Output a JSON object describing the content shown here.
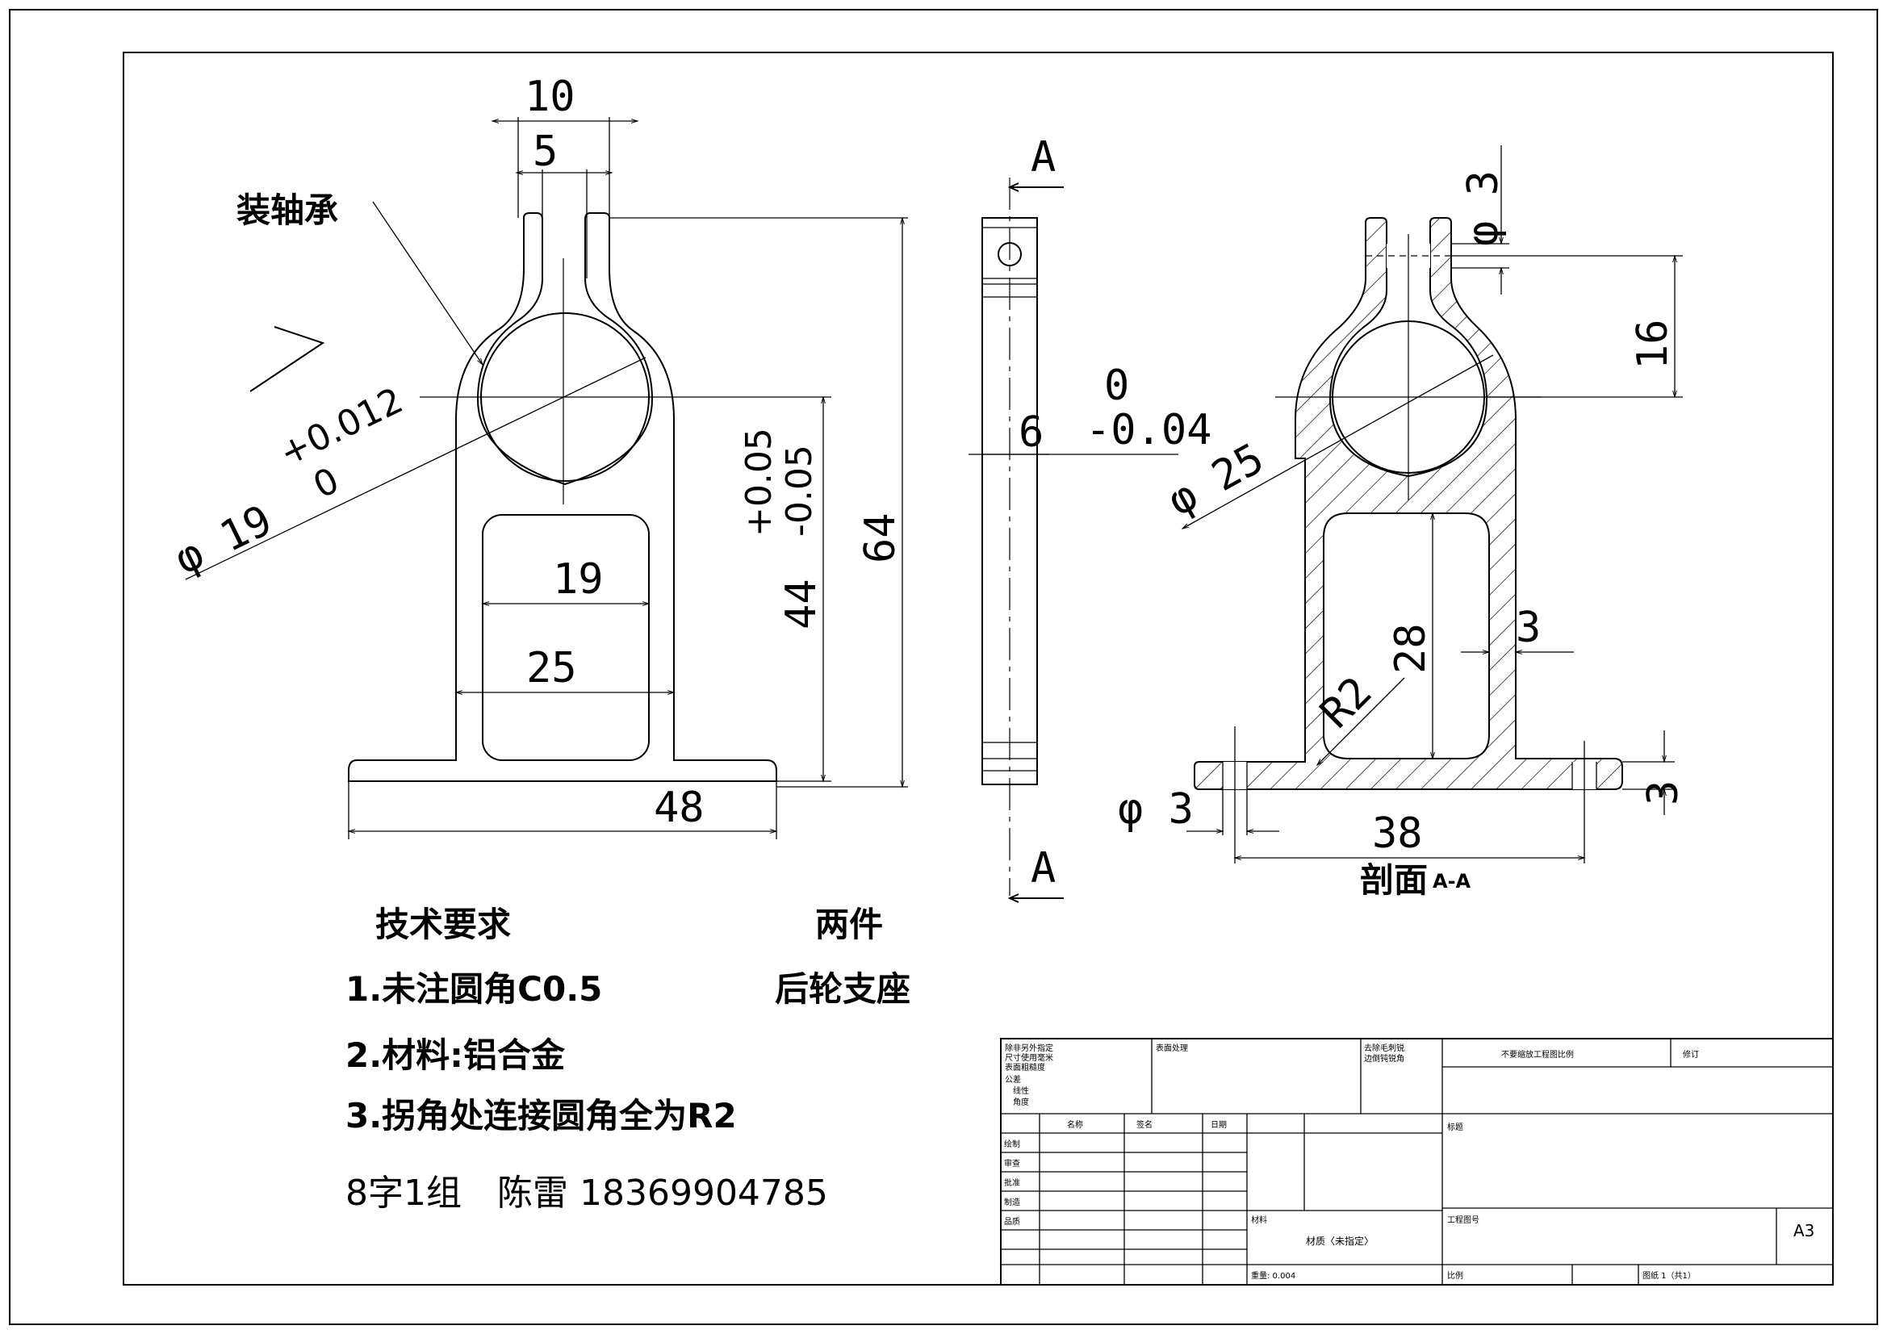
{
  "part_name": "后轮支座",
  "quantity": "两件",
  "bearing_note": "装轴承",
  "section_label": "剖面",
  "section_tag": "A-A",
  "section_mark": "A",
  "tech_req": {
    "title": "技术要求",
    "items": [
      "1.未注圆角C0.5",
      "2.材料:铝合金",
      "3.拐角处连接圆角全为R2"
    ]
  },
  "author": "8字1组　陈雷  18369904785",
  "dims": {
    "top_width": "10",
    "slot_width": "5",
    "bore_dia": "φ 19",
    "bore_tol_upper": "+0.012",
    "bore_tol_lower": "0",
    "inner_width": "19",
    "outer_width": "25",
    "base_width": "48",
    "height_total": "64",
    "height_center": "44",
    "height_tol_upper": "+0.05",
    "height_tol_lower": "-0.05",
    "thickness": "6",
    "thk_tol_upper": "0",
    "thk_tol_lower": "-0.04",
    "hole_dia_top": "φ 3",
    "top_to_center": "16",
    "outer_dia": "φ 25",
    "window_height": "28",
    "wall": "3",
    "fillet": "R2",
    "hole_dia_base": "φ 3",
    "hole_spacing": "38",
    "base_thick": "3"
  },
  "title_block": {
    "notes1": [
      "除非另外指定",
      "尺寸使用毫米",
      "表面粗糙度",
      "公差",
      "线性",
      "角度"
    ],
    "finish": "表面处理",
    "deburr": [
      "去除毛刺锐",
      "边倒钝锐角"
    ],
    "no_scale": "不要缩放工程图比例",
    "revision": "修订",
    "cols": [
      "名称",
      "签名",
      "日期"
    ],
    "roles": [
      "绘制",
      "审查",
      "批准",
      "制造",
      "品质"
    ],
    "title": "标题",
    "material_label": "材料",
    "material_value": "材质〈未指定〉",
    "drawing_no": "工程图号",
    "sheet_size": "A3",
    "weight": "重量: 0.004",
    "scale": "比例",
    "sheet": "图纸 1（共1）"
  }
}
